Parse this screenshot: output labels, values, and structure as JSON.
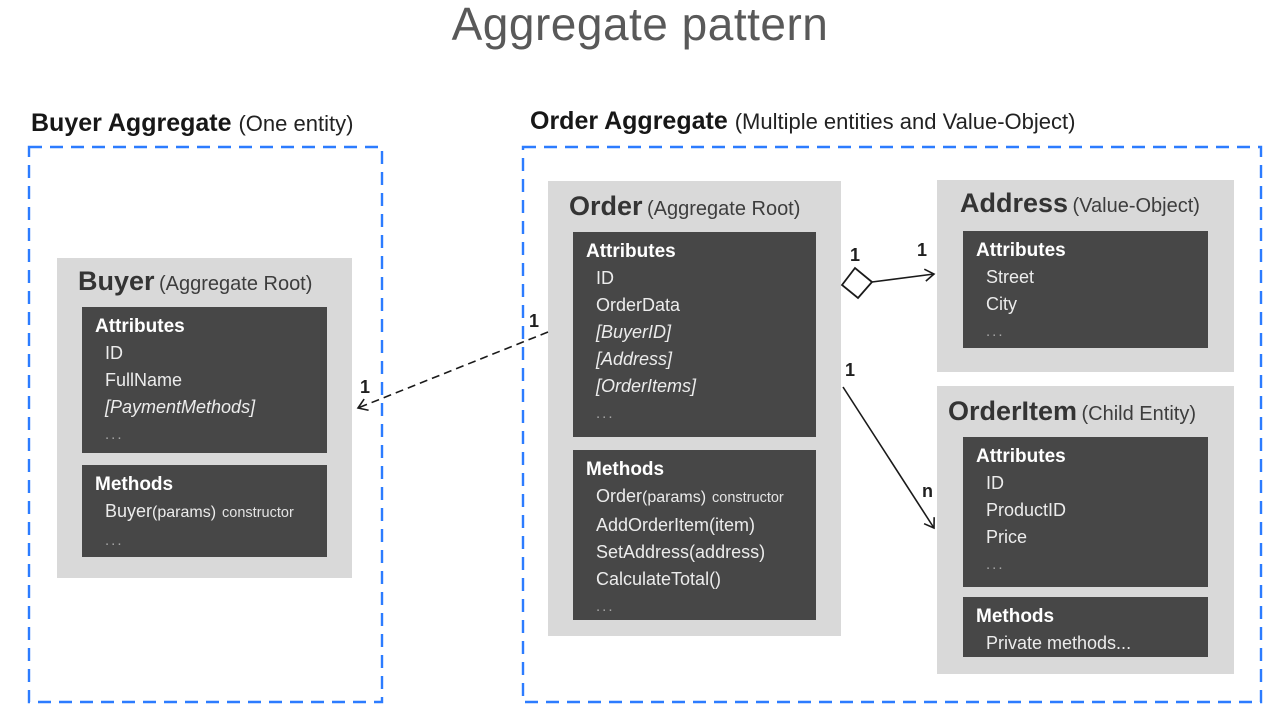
{
  "page": {
    "title": "Aggregate pattern"
  },
  "colors": {
    "accent_blue": "#2C7CFF",
    "card_bg": "#D9D9D9",
    "member_bg": "#474747",
    "line": "#1A1A1A",
    "title_gray": "#595959"
  },
  "buyer_aggregate": {
    "heading": "Buyer Aggregate",
    "qualifier": "(One entity)",
    "card": {
      "name": "Buyer",
      "stereotype": "(Aggregate Root)",
      "attributes": {
        "label": "Attributes",
        "items": [
          "ID",
          "FullName",
          "[PaymentMethods]",
          "..."
        ]
      },
      "methods": {
        "label": "Methods",
        "constructor": {
          "name": "Buyer",
          "params": "(params)",
          "note": "constructor"
        },
        "more": "..."
      }
    }
  },
  "order_aggregate": {
    "heading": "Order Aggregate",
    "qualifier": "(Multiple entities and Value-Object)",
    "order_card": {
      "name": "Order",
      "stereotype": "(Aggregate Root)",
      "attributes": {
        "label": "Attributes",
        "items": [
          "ID",
          "OrderData",
          "[BuyerID]",
          "[Address]",
          "[OrderItems]",
          "..."
        ]
      },
      "methods": {
        "label": "Methods",
        "constructor": {
          "name": "Order",
          "params": "(params)",
          "note": "constructor"
        },
        "items": [
          "AddOrderItem(item)",
          "SetAddress(address)",
          "CalculateTotal()",
          "..."
        ]
      }
    },
    "address_card": {
      "name": "Address",
      "stereotype": "(Value-Object)",
      "attributes": {
        "label": "Attributes",
        "items": [
          "Street",
          "City",
          "..."
        ]
      }
    },
    "orderitem_card": {
      "name": "OrderItem",
      "stereotype": "(Child Entity)",
      "attributes": {
        "label": "Attributes",
        "items": [
          "ID",
          "ProductID",
          "Price",
          "..."
        ]
      },
      "methods": {
        "label": "Methods",
        "items": [
          "Private methods..."
        ]
      }
    }
  },
  "connectors": {
    "order_to_buyer": {
      "source_label": "1",
      "target_label": "1"
    },
    "order_to_address": {
      "source_label": "1",
      "target_label": "1"
    },
    "order_to_orderitem": {
      "source_label": "1",
      "target_label": "n"
    }
  }
}
